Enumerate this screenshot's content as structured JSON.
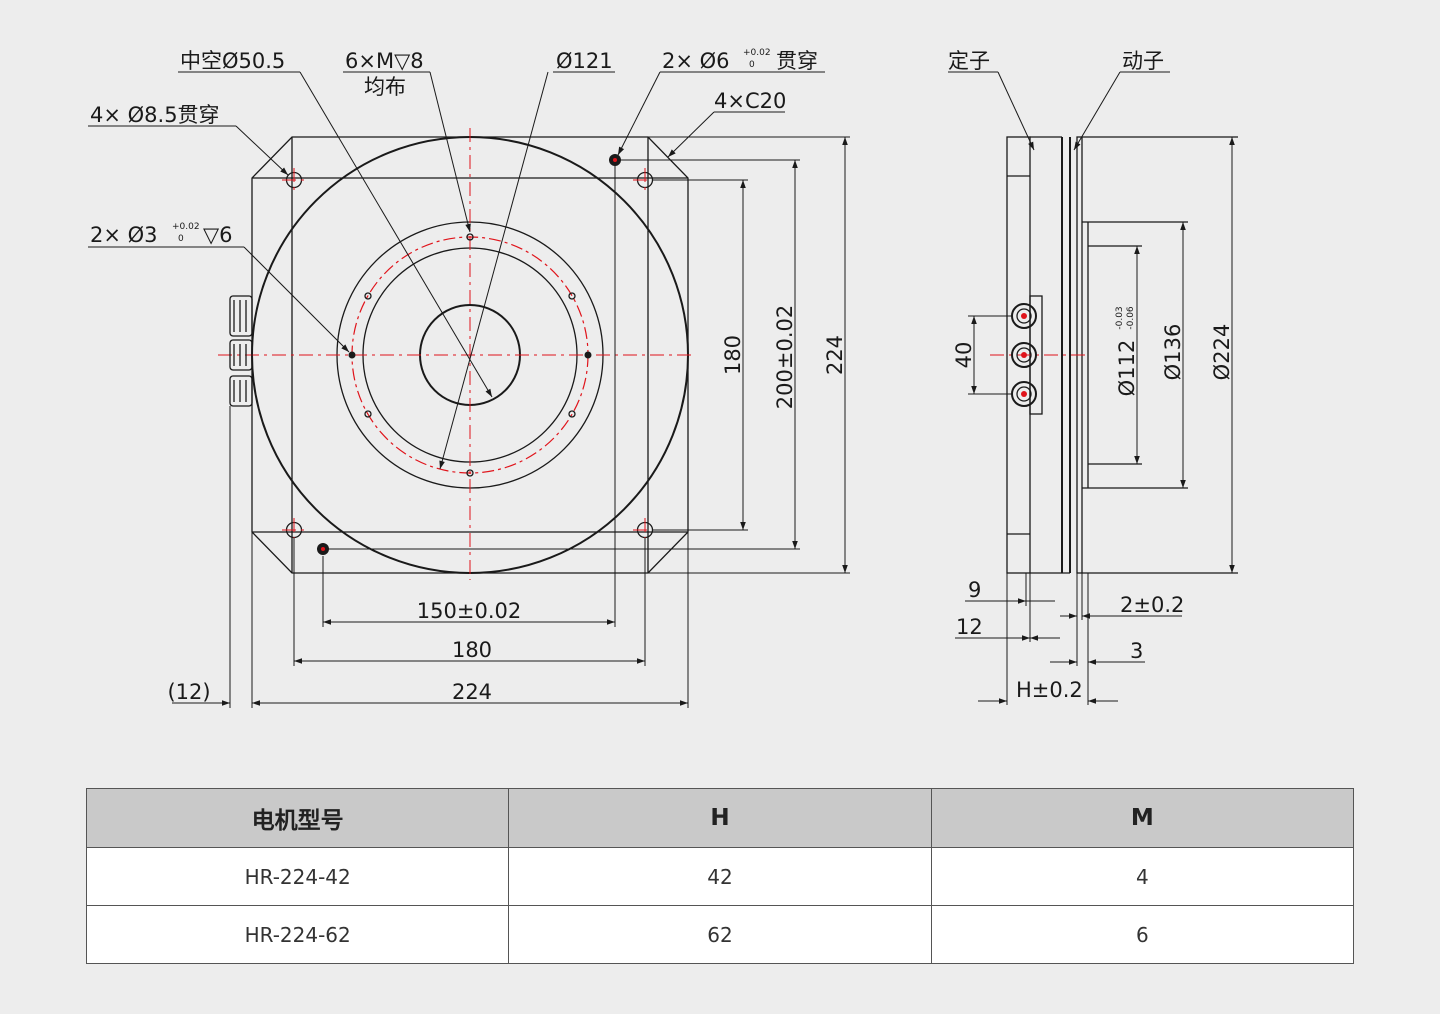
{
  "front_view": {
    "hollow_label": "中空Ø50.5",
    "tap_label_1": "6×M▽8",
    "tap_label_2": "均布",
    "pcd_label": "Ø121",
    "pin6_label_prefix": "2×  Ø6",
    "pin6_tol_upper": "+0.02",
    "pin6_tol_lower": "0",
    "pin6_label_suffix": "贯穿",
    "mount_hole_label": "4×  Ø8.5贯穿",
    "chamfer_label": "4×C20",
    "pin3_label_prefix": "2×  Ø3",
    "pin3_tol_upper": "+0.02",
    "pin3_tol_lower": "0",
    "pin3_label_suffix": "▽6",
    "dim_180_v": "180",
    "dim_200_v": "200±0.02",
    "dim_224_v": "224",
    "dim_150_h": "150±0.02",
    "dim_180_h": "180",
    "dim_224_h": "224",
    "dim_12_ref": "(12)"
  },
  "side_view": {
    "stator_label": "定子",
    "rotor_label": "动子",
    "dim_40": "40",
    "dim_d112": "Ø112",
    "d112_tol_upper": "-0.03",
    "d112_tol_lower": "-0.06",
    "dim_d136": "Ø136",
    "dim_d224": "Ø224",
    "dim_9": "9",
    "dim_12": "12",
    "dim_2": "2±0.2",
    "dim_3": "3",
    "dim_h": "H±0.2"
  },
  "table": {
    "headers": [
      "电机型号",
      "H",
      "M"
    ],
    "rows": [
      [
        "HR-224-42",
        "42",
        "4"
      ],
      [
        "HR-224-62",
        "62",
        "6"
      ]
    ]
  },
  "colors": {
    "line": "#1a1a1a",
    "centerline": "#e0141b",
    "background": "#ededed",
    "table_header": "#c9c9c9"
  }
}
